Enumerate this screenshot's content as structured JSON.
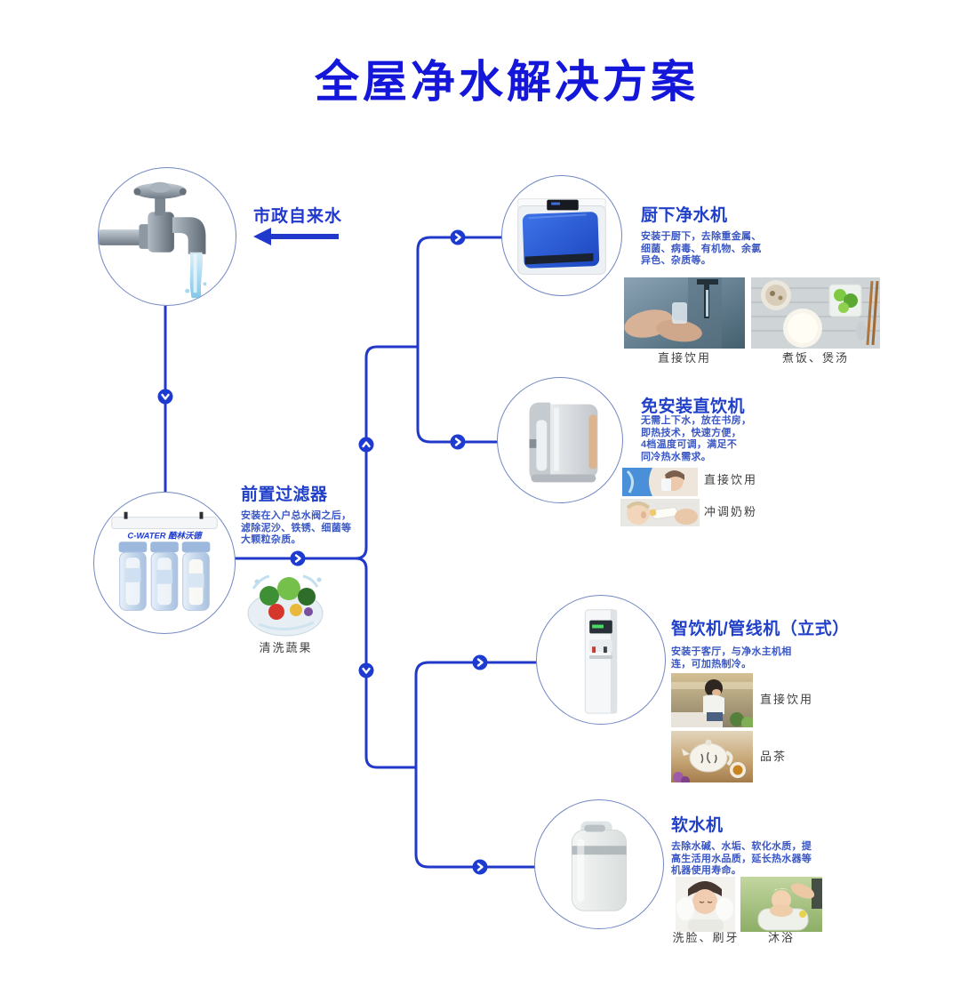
{
  "page": {
    "title": "全屋净水解决方案"
  },
  "colors": {
    "title_blue": "#1417d9",
    "heading_blue": "#2140c9",
    "body_blue": "#3a57c4",
    "line_blue": "#2138c8",
    "node_blue": "#1d3bd0",
    "caption_gray": "#3f3f3f"
  },
  "icons": {
    "chevron_right": "❯",
    "chevron_down": "⌄",
    "chevron_up": "⌃",
    "left_arrow": "←",
    "faucet": "running-tap-water-photo"
  },
  "source": {
    "label": "市政自来水"
  },
  "pre_filter": {
    "heading": "前置过滤器",
    "desc": "安装在入户总水阀之后，\n滤除泥沙、铁锈、细菌等\n大颗粒杂质。",
    "brand": "C-WATER 酷林沃德",
    "usage": {
      "caption": "清洗蔬果"
    }
  },
  "under_sink": {
    "heading": "厨下净水机",
    "desc": "安装于厨下，去除重金属、\n细菌、病毒、有机物、余氯\n异色、杂质等。",
    "usages": [
      {
        "caption": "直接饮用"
      },
      {
        "caption": "煮饭、煲汤"
      }
    ]
  },
  "countertop": {
    "heading": "免安装直饮机",
    "desc": "无需上下水，放在书房，\n即热技术，快速方便，\n4档温度可调，满足不\n同冷热水需求。",
    "usages": [
      {
        "caption": "直接饮用"
      },
      {
        "caption": "冲调奶粉"
      }
    ]
  },
  "upright": {
    "heading": "智饮机/管线机（立式）",
    "desc": "安装于客厅，与净水主机相\n连，可加热制冷。",
    "usages": [
      {
        "caption": "直接饮用"
      },
      {
        "caption": "品茶"
      }
    ]
  },
  "softener": {
    "heading": "软水机",
    "desc": "去除水碱、水垢、软化水质，提\n高生活用水品质，延长热水器等\n机器使用寿命。",
    "usages": [
      {
        "caption": "洗脸、刷牙"
      },
      {
        "caption": "沐浴"
      }
    ]
  }
}
